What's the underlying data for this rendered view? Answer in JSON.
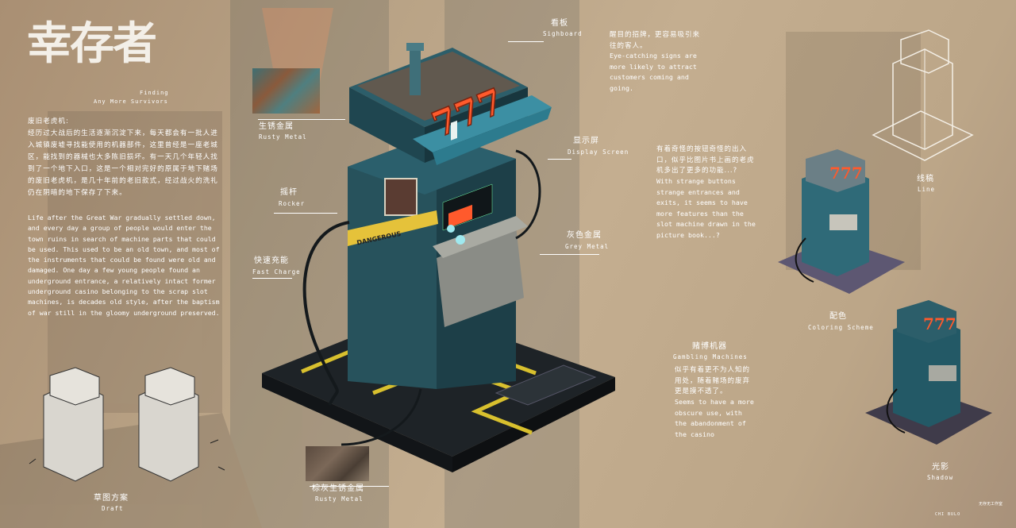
{
  "title": {
    "logo_text": "幸存者",
    "sub_1": "Finding",
    "sub_2": "Any More Survivors"
  },
  "intro": {
    "cn_heading": "废旧老虎机:",
    "cn_body": "经历过大战后的生活逐渐沉淀下来，每天都会有一批人进入城镇废墟寻找能使用的机器部件，这里曾经是一座老城区，能找到的器械也大多陈旧损坏。有一天几个年轻人找到了一个地下入口，这是一个相对完好的原属于地下赌场的废旧老虎机，是几十年前的老旧款式，经过战火的洗礼仍在阴暗的地下保存了下来。",
    "en_body": "Life after the Great War gradually settled down, and every day a group of people would enter the town ruins in search of machine parts that could be used. This used to be an old town, and most of the instruments that could be found were old and damaged. One day a few young people found an underground entrance, a relatively intact former underground casino belonging to the scrap slot machines, is decades old style, after the baptism of war still in the gloomy underground preserved."
  },
  "callouts": {
    "sighboard": {
      "cn": "看板",
      "en": "Sighboard"
    },
    "rusty_top": {
      "cn": "生锈金属",
      "en": "Rusty Metal"
    },
    "display": {
      "cn": "显示屏",
      "en": "Display Screen"
    },
    "rocker": {
      "cn": "摇杆",
      "en": "Rocker"
    },
    "grey_metal": {
      "cn": "灰色金属",
      "en": "Grey Metal"
    },
    "fast_charge": {
      "cn": "快速充能",
      "en": "Fast Charge"
    },
    "rusty_bottom": {
      "cn": "棕灰生锈金属",
      "en": "Rusty Metal"
    }
  },
  "notes": {
    "sign_cn": "醒目的招牌，更容易吸引来往的客人。",
    "sign_en": "Eye-catching signs are more likely to attract customers coming and going.",
    "buttons_cn": "有着奇怪的按钮奇怪的出入口，似乎比图片书上画的老虎机多出了更多的功能...?",
    "buttons_en": "With strange buttons strange entrances and exits, it seems to have more features than the slot machine drawn in the picture book...?",
    "gambling_title_cn": "赌博机器",
    "gambling_title_en": "Gambling Machines",
    "gambling_cn": "似乎有着更不为人知的用处，随着赌场的废弃更是摸不透了。",
    "gambling_en": "Seems to have a more obscure use, with the abandonment of the casino"
  },
  "side": {
    "line": {
      "cn": "线稿",
      "en": "Line"
    },
    "coloring": {
      "cn": "配色",
      "en": "Coloring Scheme"
    },
    "shadow": {
      "cn": "光影",
      "en": "Shadow"
    },
    "draft": {
      "cn": "草图方案",
      "en": "Draft"
    }
  },
  "machine": {
    "jackpot": "777",
    "tape": "DANGEROUS"
  },
  "footer": {
    "brand_1": "CHI BULO",
    "brand_2": "无存无工作室"
  },
  "colors": {
    "teal": "#2f6a78",
    "orange": "#ff5a2c",
    "rust": "#8a5a3c",
    "text": "#ffffff",
    "tape": "#e5c23a"
  }
}
